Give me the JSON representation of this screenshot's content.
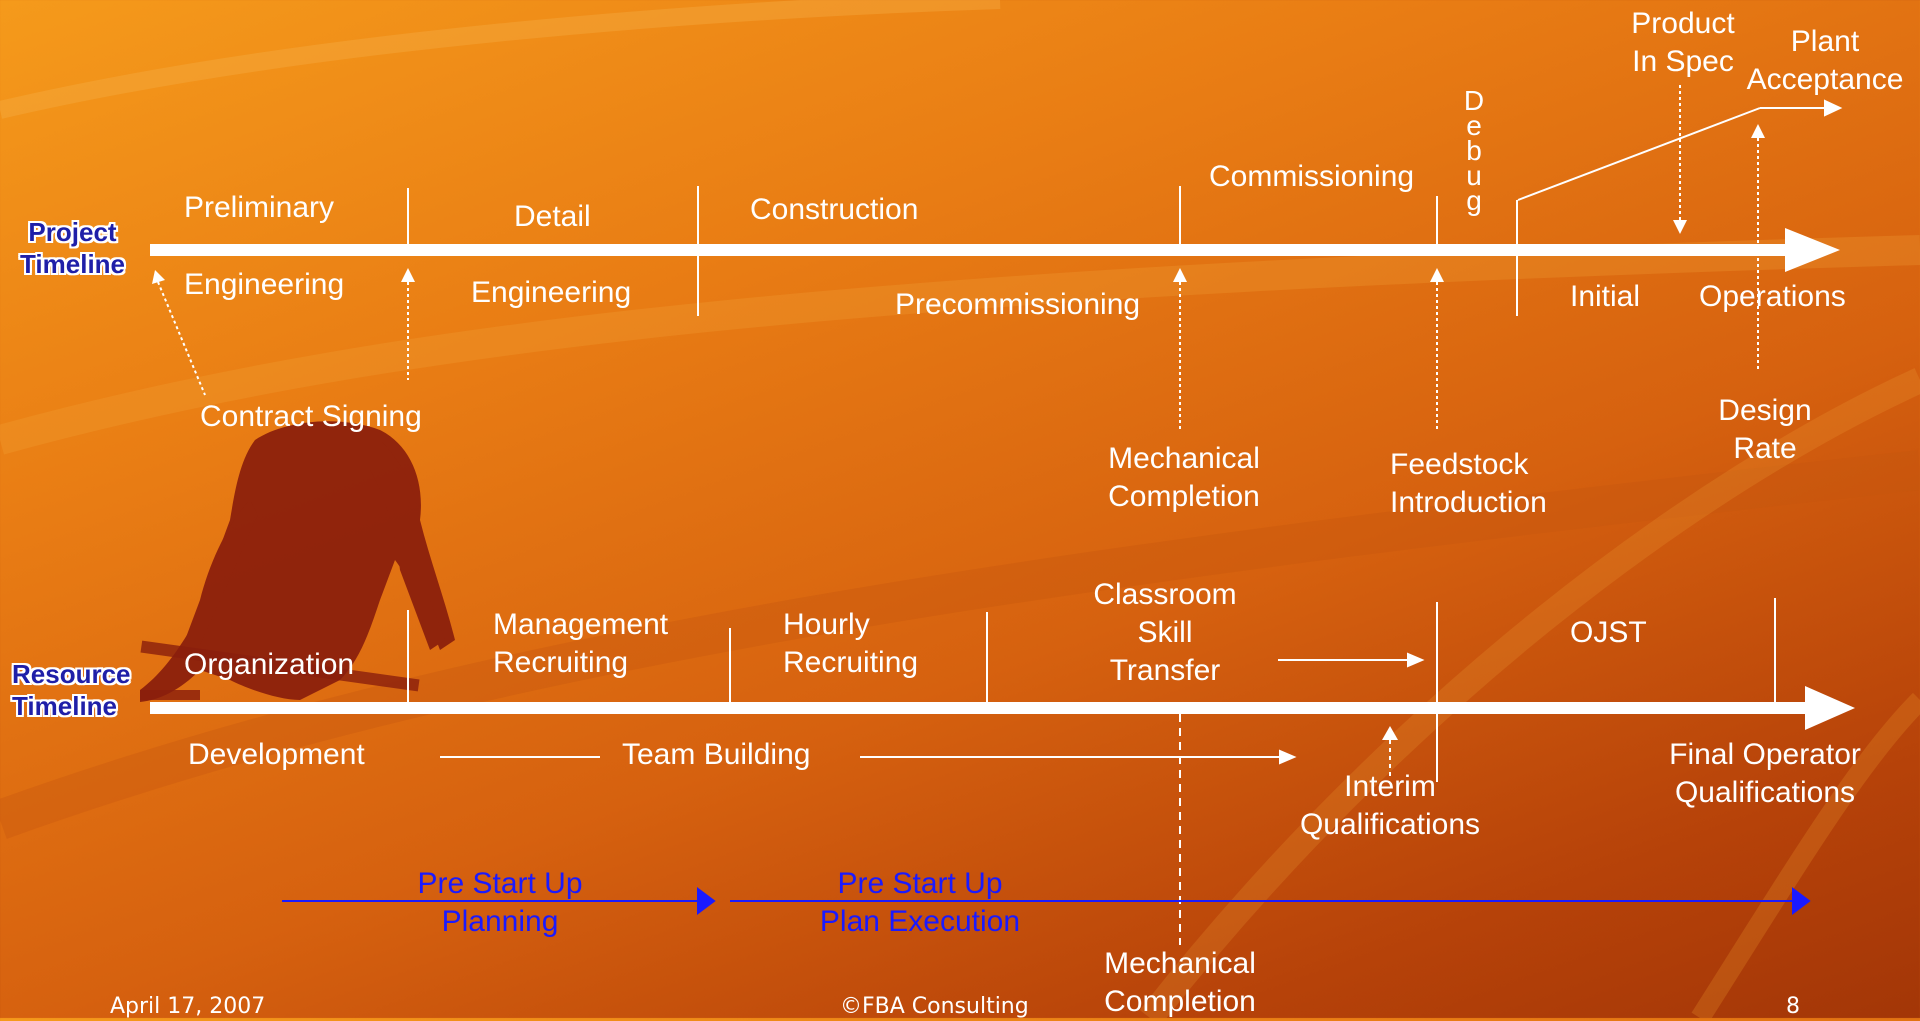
{
  "timelines": {
    "project_label_1": "Project",
    "project_label_2": "Timeline",
    "resource_label_1": "Resource",
    "resource_label_2": "Timeline"
  },
  "project_phases": {
    "preliminary": "Preliminary",
    "preliminary_engineering": "Engineering",
    "detail": "Detail",
    "detail_engineering": "Engineering",
    "construction": "Construction",
    "precommissioning": "Precommissioning",
    "commissioning": "Commissioning",
    "debug": [
      "D",
      "e",
      "b",
      "u",
      "g"
    ],
    "initial": "Initial",
    "operations": "Operations"
  },
  "project_milestones": {
    "contract_signing": "Contract Signing",
    "mechanical_completion_1": "Mechanical",
    "mechanical_completion_2": "Completion",
    "feedstock_1": "Feedstock",
    "feedstock_2": "Introduction",
    "design_rate_1": "Design",
    "design_rate_2": "Rate",
    "product_in_spec_1": "Product",
    "product_in_spec_2": "In Spec",
    "plant_acceptance_1": "Plant",
    "plant_acceptance_2": "Acceptance"
  },
  "resource_phases": {
    "organization": "Organization",
    "development": "Development",
    "management_1": "Management",
    "management_2": "Recruiting",
    "hourly_1": "Hourly",
    "hourly_2": "Recruiting",
    "classroom_1": "Classroom",
    "classroom_2": "Skill",
    "classroom_3": "Transfer",
    "ojst": "OJST",
    "team_building": "Team Building",
    "interim_1": "Interim",
    "interim_2": "Qualifications",
    "final_1": "Final Operator",
    "final_2": "Qualifications"
  },
  "planning": {
    "pre_startup_planning_1": "Pre Start Up",
    "pre_startup_planning_2": "Planning",
    "pre_startup_execution_1": "Pre Start Up",
    "pre_startup_execution_2": "Plan Execution",
    "mech_completion_1": "Mechanical",
    "mech_completion_2": "Completion"
  },
  "footer": {
    "date": "April 17, 2007",
    "copyright": "©FBA Consulting",
    "page_number": "8"
  },
  "colors": {
    "background_light": "#f59a1b",
    "background_dark": "#a33607",
    "timeline_label": "#1f1fa8",
    "planning_blue": "#1a1aff",
    "figure": "#8a1e0c",
    "line": "#ffffff"
  }
}
